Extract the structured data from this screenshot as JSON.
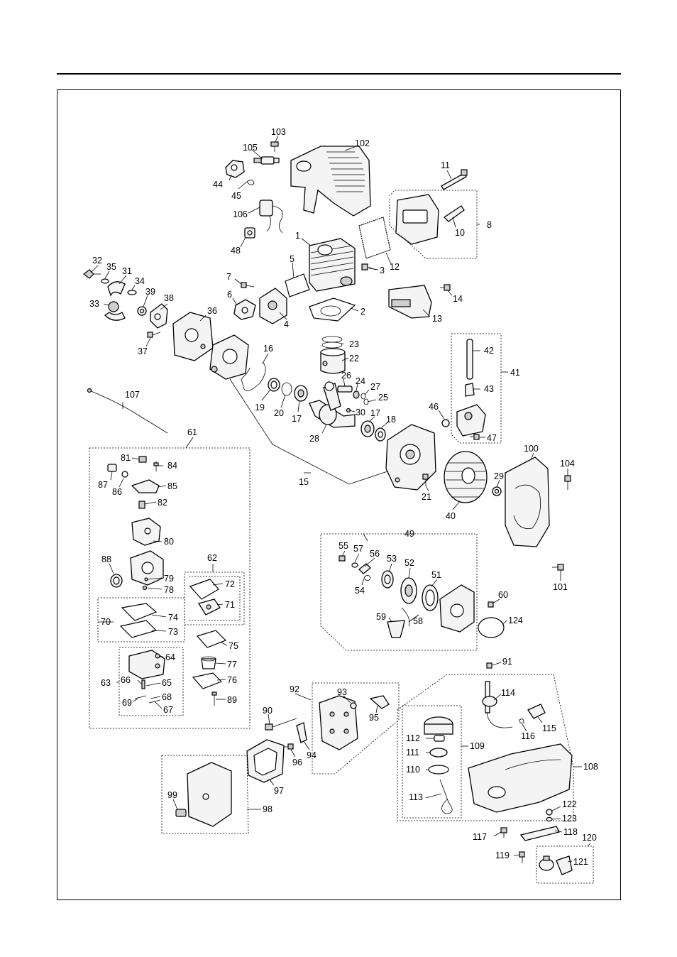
{
  "diagram": {
    "callouts": {
      "c1": "1",
      "c2": "2",
      "c3": "3",
      "c4": "4",
      "c5": "5",
      "c6": "6",
      "c7": "7",
      "c8": "8",
      "c10": "10",
      "c11": "11",
      "c12": "12",
      "c13": "13",
      "c14": "14",
      "c15": "15",
      "c16": "16",
      "c17a": "17",
      "c17b": "17",
      "c18": "18",
      "c19": "19",
      "c20": "20",
      "c21": "21",
      "c22": "22",
      "c23": "23",
      "c24": "24",
      "c25": "25",
      "c26": "26",
      "c27": "27",
      "c28": "28",
      "c29": "29",
      "c30": "30",
      "c31": "31",
      "c32": "32",
      "c33": "33",
      "c34": "34",
      "c35": "35",
      "c36": "36",
      "c37": "37",
      "c38": "38",
      "c39": "39",
      "c40": "40",
      "c41": "41",
      "c42": "42",
      "c43": "43",
      "c44": "44",
      "c45": "45",
      "c46": "46",
      "c47": "47",
      "c48": "48",
      "c49": "49",
      "c51": "51",
      "c52": "52",
      "c53": "53",
      "c54": "54",
      "c55": "55",
      "c56": "56",
      "c57": "57",
      "c58": "58",
      "c59": "59",
      "c60": "60",
      "c61": "61",
      "c62": "62",
      "c63": "63",
      "c64": "64",
      "c65": "65",
      "c66": "66",
      "c67": "67",
      "c68": "68",
      "c69": "69",
      "c70": "70",
      "c71": "71",
      "c72": "72",
      "c73": "73",
      "c74": "74",
      "c75": "75",
      "c76": "76",
      "c77": "77",
      "c78": "78",
      "c79": "79",
      "c80": "80",
      "c81": "81",
      "c82": "82",
      "c84": "84",
      "c85": "85",
      "c86": "86",
      "c87": "87",
      "c88": "88",
      "c89": "89",
      "c90": "90",
      "c91": "91",
      "c92": "92",
      "c93": "93",
      "c94": "94",
      "c95": "95",
      "c96": "96",
      "c97": "97",
      "c98": "98",
      "c99": "99",
      "c100": "100",
      "c101": "101",
      "c102": "102",
      "c103": "103",
      "c104": "104",
      "c105": "105",
      "c106": "106",
      "c107": "107",
      "c108": "108",
      "c109": "109",
      "c110": "110",
      "c111": "111",
      "c112": "112",
      "c113": "113",
      "c114": "114",
      "c115": "115",
      "c116": "116",
      "c117": "117",
      "c118": "118",
      "c119": "119",
      "c120": "120",
      "c121": "121",
      "c122": "122",
      "c123": "123",
      "c124": "124"
    }
  }
}
